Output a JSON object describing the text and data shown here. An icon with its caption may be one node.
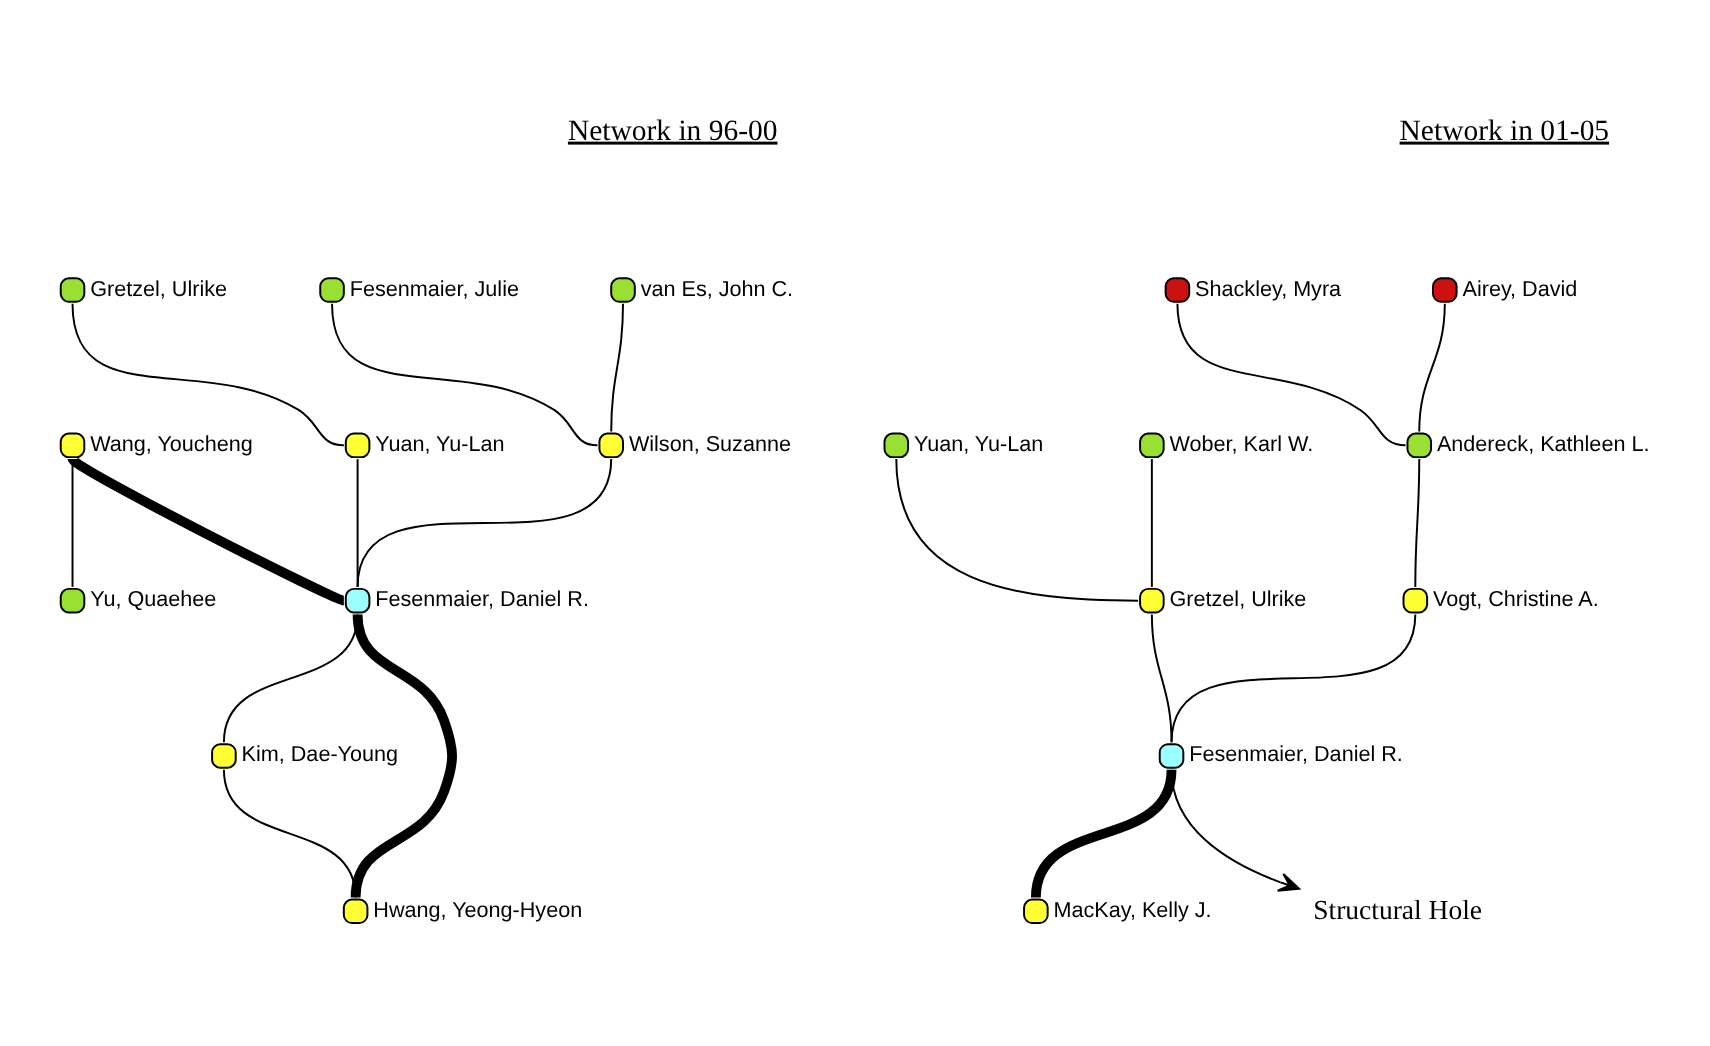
{
  "diagram": {
    "nodes": [
      {
        "text": [],
        "shape": "circle",
        "beside": [
          "van Es, John C."
        ]
      },
      {
        "text": [],
        "shape": "circle",
        "beside": [
          "Fesenmaier, Julie"
        ]
      },
      {
        "text": [],
        "shape": "circle",
        "beside": [
          "Wilson, Suzanne"
        ]
      },
      {
        "text": [],
        "shape": "circle",
        "beside": [
          "Gretzel, Ulrike"
        ]
      },
      {
        "text": [],
        "shape": "circle",
        "beside": [
          "Yuan, Yu-Lan"
        ]
      },
      {
        "text": [],
        "shape": "circle",
        "beside": [
          "Fesenmaier, Daniel R."
        ]
      },
      {
        "text": [],
        "shape": "circle",
        "beside": [
          "Wang, Youcheng"
        ]
      },
      {
        "text": [],
        "shape": "circle",
        "beside": [
          "Kim, Dae-Young"
        ]
      },
      {
        "text": [],
        "shape": "circle",
        "beside": [
          "Yu, Quaehee"
        ]
      },
      {
        "text": [],
        "shape": "circle",
        "beside": [
          "Hwang, Yeong-Hyeon"
        ]
      },
      {
        "text": [],
        "shape": "circle",
        "beside": [
          "Airey, David"
        ]
      },
      {
        "text": [],
        "shape": "circle",
        "beside": [
          "Wober, Karl W."
        ]
      },
      {
        "text": [],
        "shape": "circle",
        "beside": [
          "Shackley, Myra"
        ]
      },
      {
        "text": [],
        "shape": "circle",
        "beside": [
          "Andereck, Kathleen L."
        ]
      },
      {
        "text": [],
        "shape": "circle",
        "beside": [
          "Gretzel, Ulrike"
        ]
      },
      {
        "text": [],
        "shape": "circle",
        "beside": [
          "Yuan, Yu-Lan"
        ]
      },
      {
        "text": [],
        "shape": "circle",
        "beside": [
          "Vogt, Christine A."
        ]
      },
      {
        "text": [],
        "shape": "circle",
        "beside": [
          "Fesenmaier, Daniel R."
        ]
      },
      {
        "text": [],
        "shape": "circle",
        "beside": [
          "MacKay, Kelly J."
        ]
      },
      {
        "text": [
          "Structural Hole"
        ]
      }
    ],
    "edges": [
      {
        "from": 0,
        "to": 2,
        "arrow": "none"
      },
      {
        "from": 1,
        "to": 2,
        "arrow": "none"
      },
      {
        "from": 2,
        "to": 5,
        "arrow": "none"
      },
      {
        "from": 3,
        "to": 4,
        "arrow": "none"
      },
      {
        "from": 4,
        "to": 5,
        "arrow": "none"
      },
      {
        "from": 6,
        "to": 5,
        "arrow": "none",
        "style": "thick"
      },
      {
        "from": 6,
        "to": 8,
        "arrow": "none"
      },
      {
        "from": 5,
        "to": 9,
        "arrow": "none",
        "style": "thick"
      },
      {
        "from": 5,
        "to": 7,
        "arrow": "none"
      },
      {
        "from": 7,
        "to": 9,
        "arrow": "none"
      },
      {
        "from": 10,
        "to": 13,
        "arrow": "none"
      },
      {
        "from": 12,
        "to": 13,
        "arrow": "none"
      },
      {
        "from": 13,
        "to": 16,
        "arrow": "none"
      },
      {
        "from": 16,
        "to": 17,
        "arrow": "none"
      },
      {
        "from": 11,
        "to": 14,
        "arrow": "none"
      },
      {
        "from": 15,
        "to": 14,
        "arrow": "none"
      },
      {
        "from": 14,
        "to": 17,
        "arrow": "none"
      },
      {
        "from": 17,
        "to": 18,
        "arrow": "none",
        "style": "thick"
      },
      {
        "from": 17,
        "to": 19,
        "arrow": "to"
      }
    ],
    "labels": [
      "Network in 96-00",
      "Network in 01-05"
    ]
  }
}
